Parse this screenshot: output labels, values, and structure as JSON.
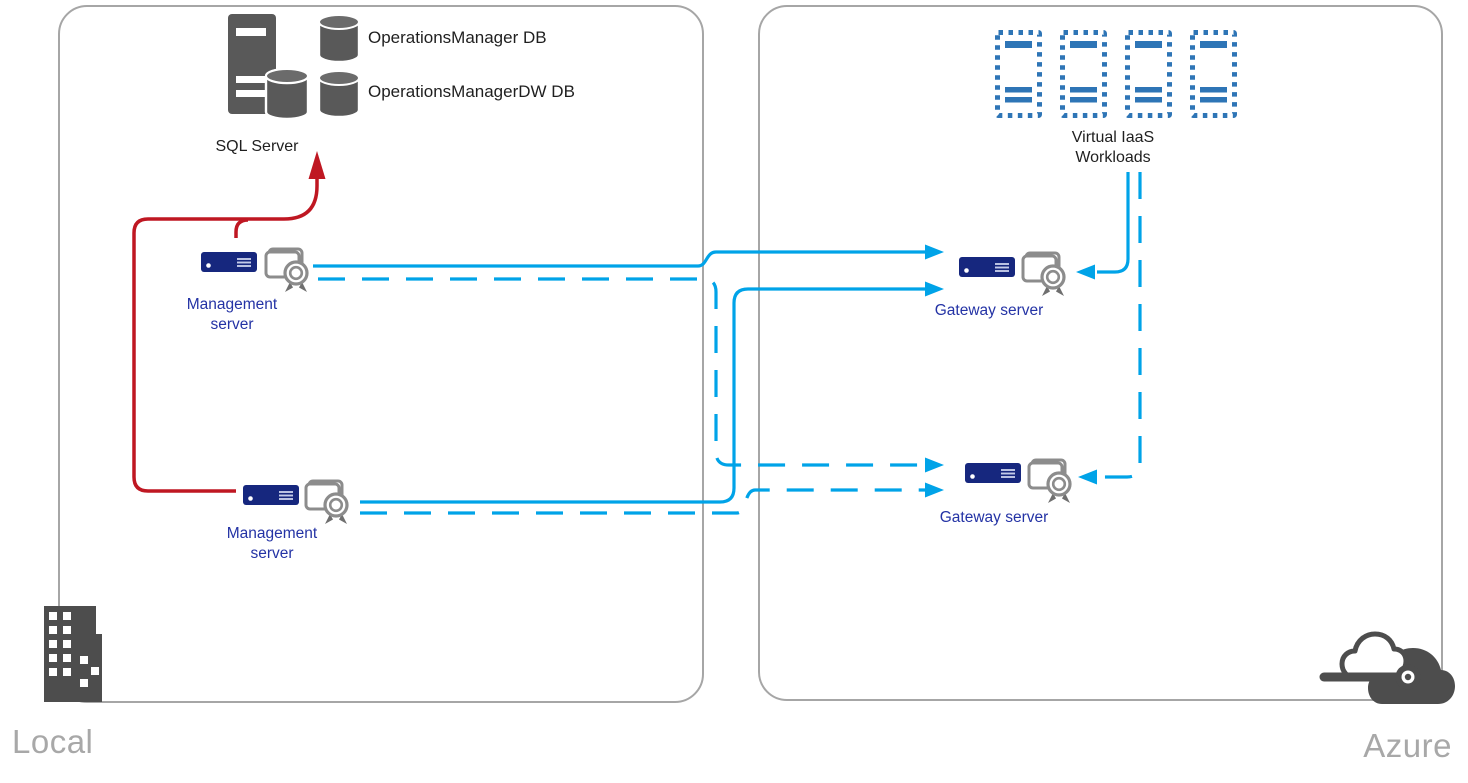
{
  "zones": {
    "local": {
      "label": "Local"
    },
    "azure": {
      "label": "Azure"
    }
  },
  "nodes": {
    "sql_server": {
      "label": "SQL Server",
      "icon": "sql-server-tower-icon"
    },
    "operations_manager_db": {
      "label": "OperationsManager DB",
      "icon": "database-cylinder-icon"
    },
    "operations_manager_dw_db": {
      "label": "OperationsManagerDW DB",
      "icon": "database-cylinder-icon"
    },
    "management_server_1": {
      "label": "Management server",
      "zone": "local",
      "icons": [
        "rack-server-icon",
        "certificate-icon"
      ]
    },
    "management_server_2": {
      "label": "Management server",
      "zone": "local",
      "icons": [
        "rack-server-icon",
        "certificate-icon"
      ]
    },
    "gateway_server_1": {
      "label": "Gateway server",
      "zone": "azure",
      "icons": [
        "rack-server-icon",
        "certificate-icon"
      ]
    },
    "gateway_server_2": {
      "label": "Gateway server",
      "zone": "azure",
      "icons": [
        "rack-server-icon",
        "certificate-icon"
      ]
    },
    "virtual_iaas_workloads": {
      "label": "Virtual IaaS Workloads",
      "zone": "azure",
      "icons": [
        "virtual-machine-icon",
        "virtual-machine-icon",
        "virtual-machine-icon",
        "virtual-machine-icon"
      ]
    }
  },
  "corner_icons": {
    "local": "building-icon",
    "azure": "cloud-icon"
  },
  "edges": [
    {
      "from": "management_server_1",
      "to": "sql_server",
      "color": "red",
      "style": "solid"
    },
    {
      "from": "management_server_2",
      "to": "sql_server",
      "color": "red",
      "style": "solid"
    },
    {
      "from": "management_server_1",
      "to": "gateway_server_1",
      "color": "blue",
      "style": "solid"
    },
    {
      "from": "management_server_1",
      "to": "gateway_server_2",
      "color": "blue",
      "style": "dashed"
    },
    {
      "from": "management_server_2",
      "to": "gateway_server_1",
      "color": "blue",
      "style": "solid"
    },
    {
      "from": "management_server_2",
      "to": "gateway_server_2",
      "color": "blue",
      "style": "dashed"
    },
    {
      "from": "virtual_iaas_workloads",
      "to": "gateway_server_1",
      "color": "blue",
      "style": "solid"
    },
    {
      "from": "virtual_iaas_workloads",
      "to": "gateway_server_2",
      "color": "blue",
      "style": "dashed"
    }
  ],
  "colors": {
    "connector_blue": "#00A3E8",
    "connector_red": "#BF1722",
    "node_navy": "#16277E",
    "node_label_blue": "#2433A5",
    "iaas_blue": "#2E75B6",
    "icon_gray": "#595959",
    "corner_icon_gray": "#4D4D4D",
    "certificate_gray": "#8C8C8C",
    "zone_border_gray": "#A6A6A6",
    "zone_label_gray": "#A8A8A8",
    "text_dark": "#1F1F1F"
  }
}
